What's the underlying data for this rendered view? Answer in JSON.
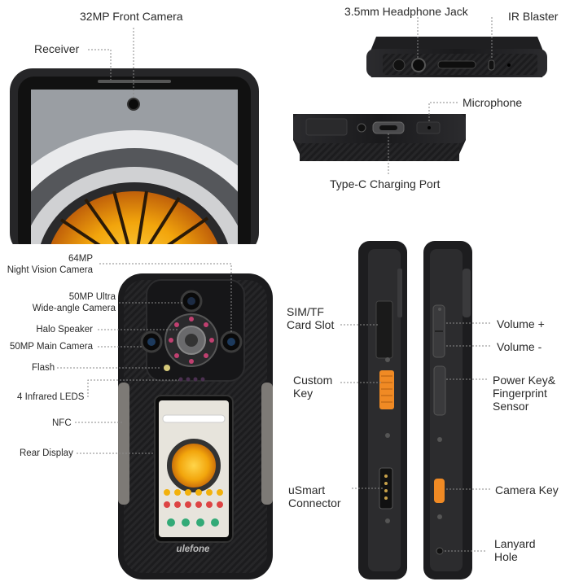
{
  "labels": {
    "front_camera": "32MP Front Camera",
    "receiver": "Receiver",
    "headphone_jack": "3.5mm Headphone Jack",
    "ir_blaster": "IR Blaster",
    "microphone": "Microphone",
    "type_c": "Type-C Charging Port",
    "night_cam_1": "64MP",
    "night_cam_2": "Night Vision Camera",
    "ultra_wide_1": "50MP Ultra",
    "ultra_wide_2": "Wide-angle Camera",
    "halo_speaker": "Halo Speaker",
    "main_camera": "50MP Main Camera",
    "flash": "Flash",
    "infrared": "4 Infrared LEDS",
    "nfc": "NFC",
    "rear_display": "Rear Display",
    "sim_1": "SIM/TF",
    "sim_2": "Card Slot",
    "custom_1": "Custom",
    "custom_2": "Key",
    "usmart_1": "uSmart",
    "usmart_2": "Connector",
    "vol_up": "Volume +",
    "vol_down": "Volume -",
    "power_1": "Power Key&",
    "power_2": "Fingerprint",
    "power_3": "Sensor",
    "camera_key": "Camera Key",
    "lanyard_1": "Lanyard",
    "lanyard_2": "Hole"
  },
  "brand": "ulefone",
  "colors": {
    "body": "#1e1e20",
    "bezel": "#3a3a3c",
    "accent_orange": "#f08a24",
    "lens_ring": "#b03060",
    "dial_yellow": "#f2b10c"
  }
}
